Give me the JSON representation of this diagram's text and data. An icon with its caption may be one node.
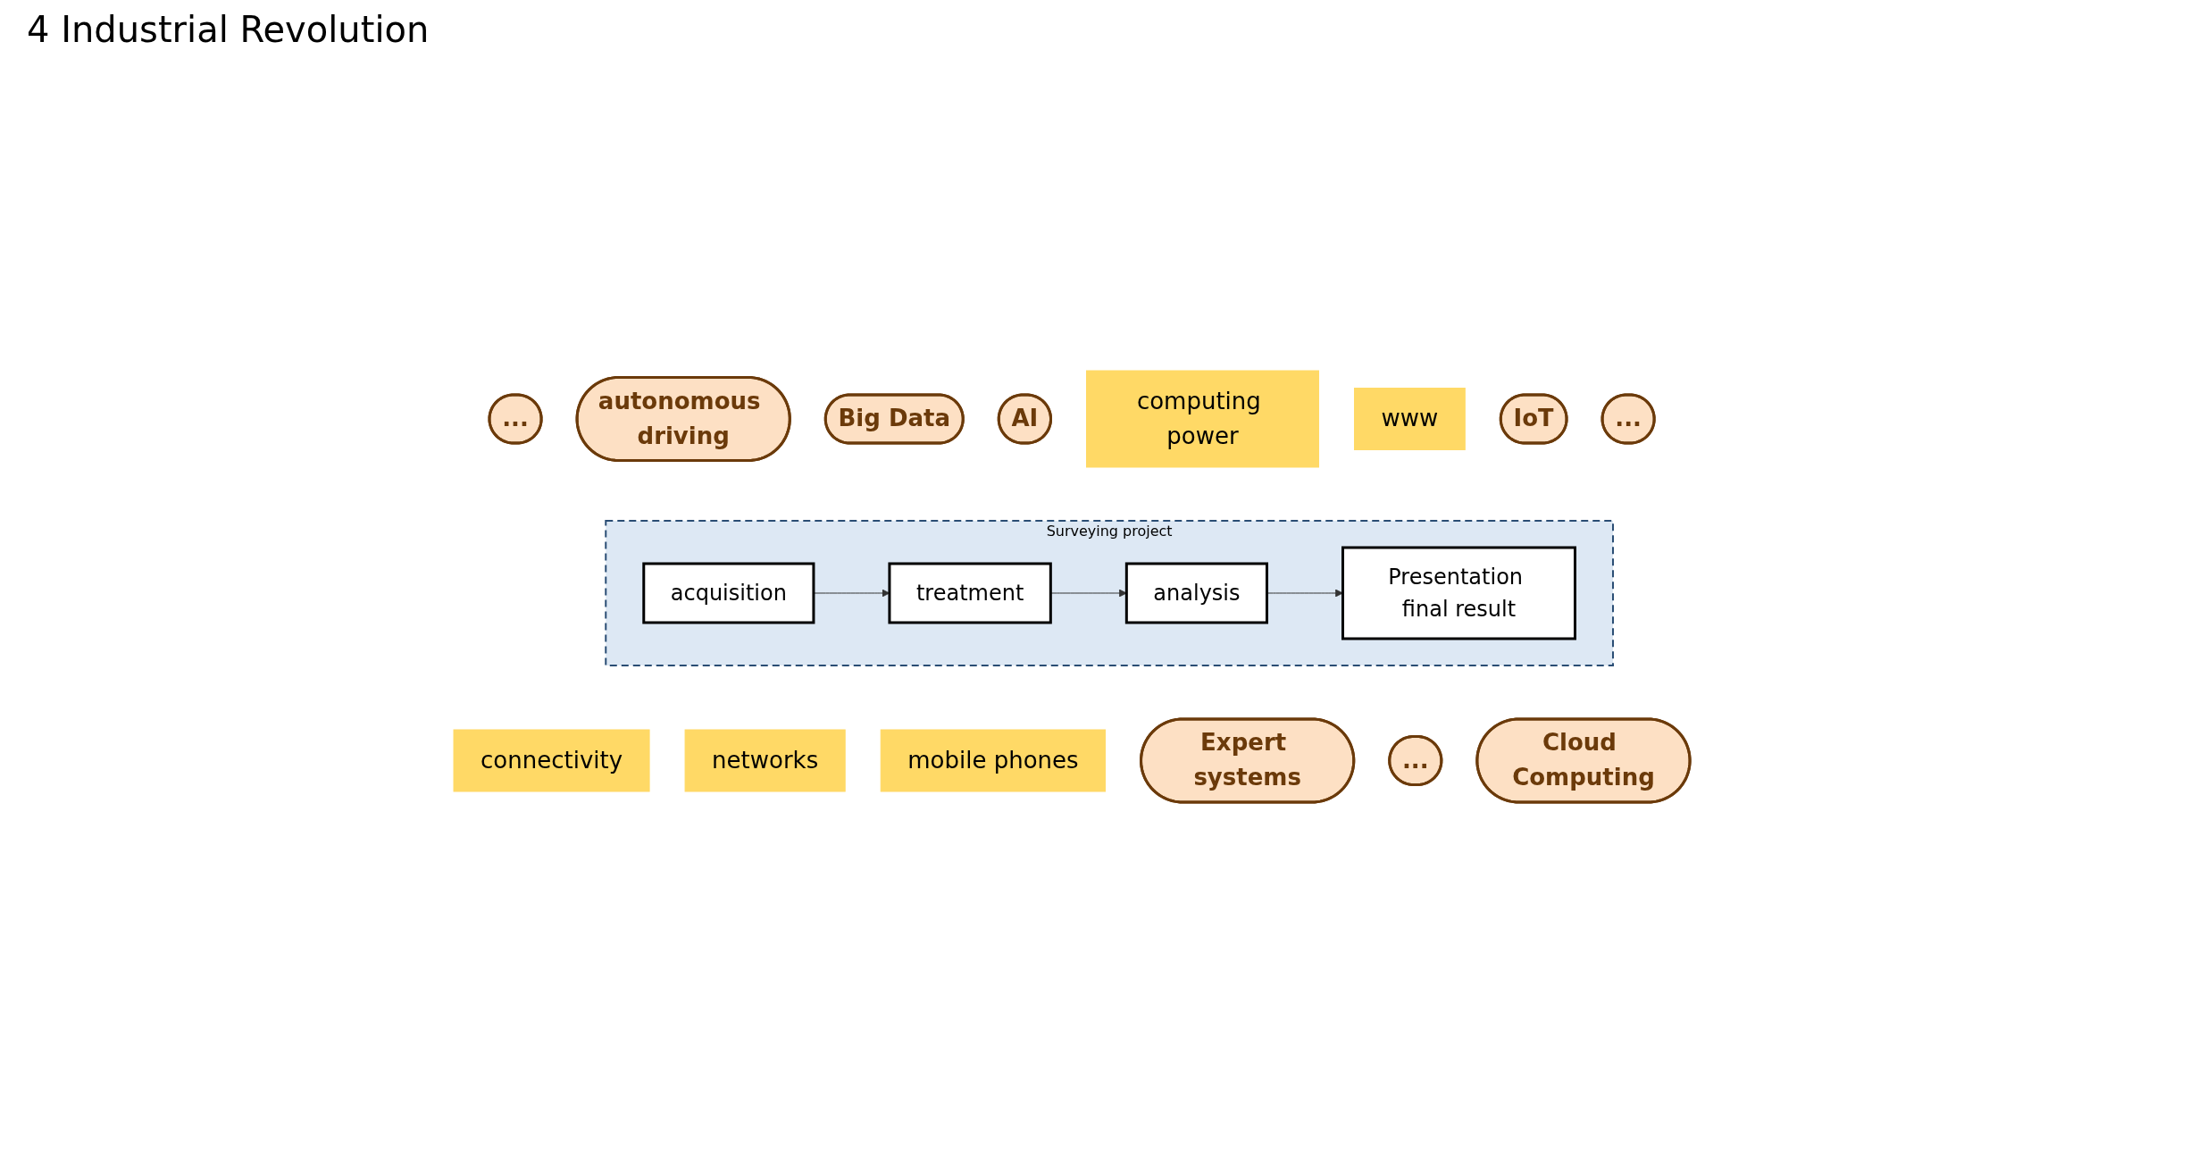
{
  "diagram": {
    "title": "4 Industrial Revolution",
    "nodes": [
      {
        "text": [
          "..."
        ]
      },
      {
        "text": [
          "autonomous driving"
        ]
      },
      {
        "text": [
          "Big Data"
        ]
      },
      {
        "text": [
          "AI"
        ]
      },
      {
        "text": [
          "computing power"
        ]
      },
      {
        "text": [
          "www"
        ]
      },
      {
        "text": [
          "IoT"
        ]
      },
      {
        "text": [
          "..."
        ]
      },
      {
        "text": [
          "Surveying project"
        ]
      },
      {
        "text": [
          "acquisition"
        ],
        "in": 8
      },
      {
        "text": [
          "treatment"
        ],
        "in": 8
      },
      {
        "text": [
          "analysis"
        ],
        "in": 8
      },
      {
        "text": [
          "Presentation final result"
        ],
        "in": 8
      },
      {
        "text": [
          "connectivity"
        ]
      },
      {
        "text": [
          "networks"
        ]
      },
      {
        "text": [
          "mobile phones"
        ]
      },
      {
        "text": [
          "Expert systems"
        ]
      },
      {
        "text": [
          "..."
        ]
      },
      {
        "text": [
          "Cloud Computing"
        ]
      }
    ],
    "edges": [
      {
        "from": 9,
        "to": 10,
        "arrow": "to"
      },
      {
        "from": 10,
        "to": 11,
        "arrow": "to"
      },
      {
        "from": 11,
        "to": 12,
        "arrow": "to"
      }
    ]
  }
}
